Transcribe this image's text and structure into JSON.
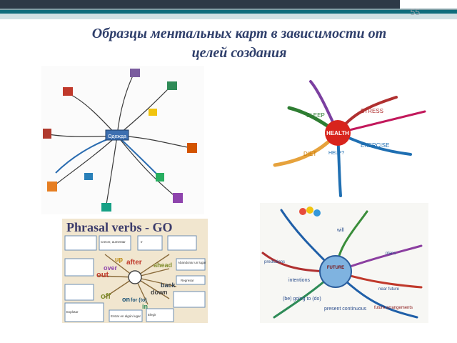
{
  "slide": {
    "number": "55",
    "title_line1": "Образцы ментальных карт в зависимости от",
    "title_line2": "целей создания"
  },
  "maps": {
    "clothes": {
      "center_label": "Одежда"
    },
    "health": {
      "center_label": "HEALTH",
      "branches": [
        "SLEEP",
        "DIET",
        "HELP?",
        "EXERCISE",
        "STRESS"
      ]
    },
    "phrasal": {
      "title": "Phrasal verbs - GO",
      "particles": [
        "up",
        "after",
        "ahead",
        "out",
        "back",
        "over",
        "off",
        "down",
        "on",
        "for (to)",
        "in"
      ],
      "notes": [
        "Crecer, aumentar",
        "Ir",
        "Abandonar un lugar",
        "Regresar",
        "Entrar en algún lugar",
        "Elegir",
        "Explotar"
      ]
    },
    "future": {
      "center_label": "FUTURE",
      "branches": [
        "will",
        "intentions",
        "(be) going to (do)",
        "present continuous",
        "future arrangements",
        "near future",
        "plans",
        "predictions"
      ]
    }
  },
  "colors": {
    "title": "#2f3f6b",
    "accent_bar": "#0e6d7c",
    "health_red": "#d8241c"
  }
}
